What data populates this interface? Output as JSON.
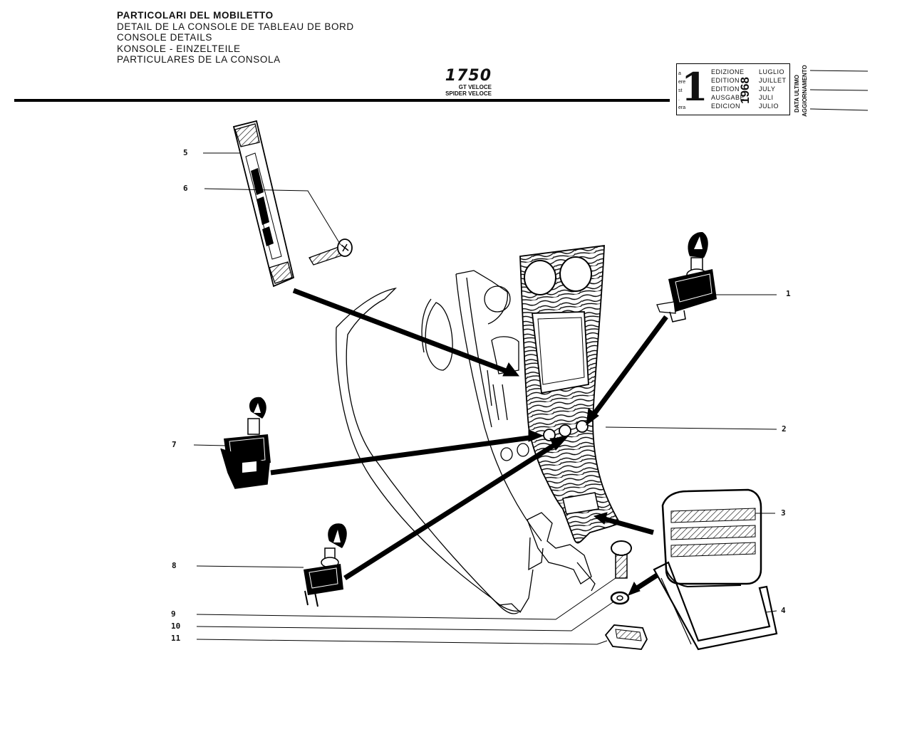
{
  "header": {
    "titles": [
      "PARTICOLARI DEL MOBILETTO",
      "DETAIL DE LA CONSOLE DE TABLEAU DE BORD",
      "CONSOLE  DETAILS",
      "KONSOLE - EINZELTEILE",
      "PARTICULARES DE LA CONSOLA"
    ],
    "model_number": "1750",
    "model_variants": [
      "GT VELOCE",
      "SPIDER VELOCE"
    ]
  },
  "edition_box": {
    "edition_number": "1",
    "superscripts": [
      "a",
      "ere",
      "st",
      ".",
      "era"
    ],
    "labels": [
      "EDIZIONE",
      "EDITION",
      "EDITION",
      "AUSGABE",
      "EDICION"
    ],
    "year": "1968",
    "months": [
      "LUGLIO",
      "JUILLET",
      "JULY",
      "JULI",
      "JULIO"
    ],
    "update_label_1": "DATA ULTIMO",
    "update_label_2": "AGGIORNAMENTO"
  },
  "callouts": {
    "c1": "1",
    "c2": "2",
    "c3": "3",
    "c4": "4",
    "c5": "5",
    "c6": "6",
    "c7": "7",
    "c8": "8",
    "c9": "9",
    "c10": "10",
    "c11": "11"
  }
}
